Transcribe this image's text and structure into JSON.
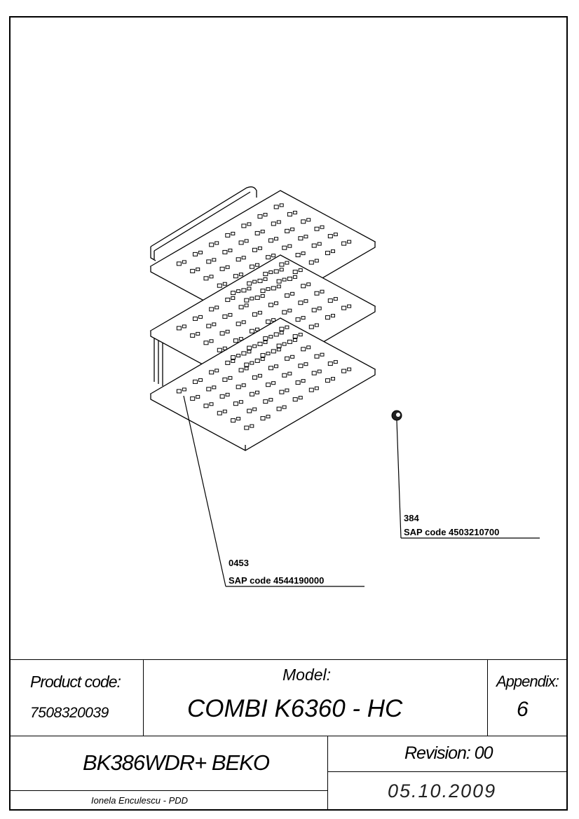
{
  "callouts": [
    {
      "number": "384",
      "sap": "SAP code 4503210700"
    },
    {
      "number": "0453",
      "sap": "SAP code 4544190000"
    }
  ],
  "title_block": {
    "product_code_label": "Product code:",
    "product_code_value": "7508320039",
    "model_label": "Model:",
    "model_value": "COMBI K6360 - HC",
    "appendix_label": "Appendix:",
    "appendix_value": "6",
    "product_name": "BK386WDR+ BEKO",
    "revision": "Revision: 00",
    "date": "05.10.2009",
    "author": "Ionela Enculescu - PDD"
  }
}
